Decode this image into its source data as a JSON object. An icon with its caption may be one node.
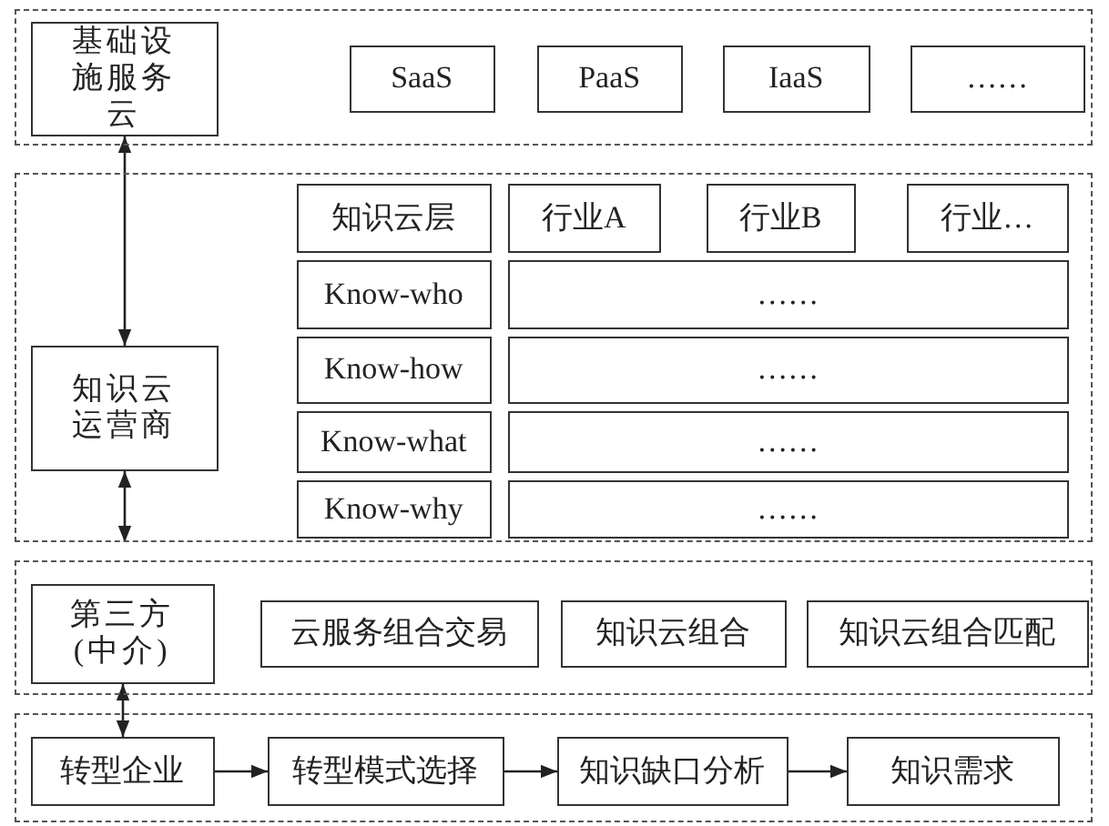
{
  "diagram": {
    "nodes": [
      {
        "text": [],
        "shape": "box"
      },
      {
        "text": [
          "基础设施服务云"
        ],
        "in": 0
      },
      {
        "text": [
          "SaaS"
        ],
        "in": 0
      },
      {
        "text": [
          "PaaS"
        ],
        "in": 0
      },
      {
        "text": [
          "IaaS"
        ],
        "in": 0
      },
      {
        "text": [
          "……"
        ],
        "in": 0
      },
      {
        "text": [],
        "shape": "box"
      },
      {
        "text": [
          "知识云运营商"
        ],
        "in": 6
      },
      {
        "text": [
          "知识云层"
        ],
        "in": 6
      },
      {
        "text": [
          "行业A"
        ],
        "in": 6
      },
      {
        "text": [
          "行业B"
        ],
        "in": 6
      },
      {
        "text": [
          "行业…"
        ],
        "in": 6
      },
      {
        "text": [
          "Know-who"
        ],
        "in": 6
      },
      {
        "text": [
          "……"
        ],
        "in": 6
      },
      {
        "text": [
          "Know-how"
        ],
        "in": 6
      },
      {
        "text": [
          "……"
        ],
        "in": 6
      },
      {
        "text": [
          "Know-what"
        ],
        "in": 6
      },
      {
        "text": [
          "……"
        ],
        "in": 6
      },
      {
        "text": [
          "Know-why"
        ],
        "in": 6
      },
      {
        "text": [
          "……"
        ],
        "in": 6
      },
      {
        "text": [],
        "shape": "box"
      },
      {
        "text": [
          "第三方 (中介)"
        ],
        "in": 20
      },
      {
        "text": [
          "云服务组合交易"
        ],
        "in": 20
      },
      {
        "text": [
          "知识云组合"
        ],
        "in": 20
      },
      {
        "text": [
          "知识云组合匹配"
        ],
        "in": 20
      },
      {
        "text": [],
        "shape": "box"
      },
      {
        "text": [
          "转型企业"
        ],
        "in": 25
      },
      {
        "text": [
          "转型模式选择"
        ],
        "in": 25
      },
      {
        "text": [
          "知识缺口分析"
        ],
        "in": 25
      },
      {
        "text": [
          "知识需求"
        ],
        "in": 25
      }
    ],
    "edges": [
      {
        "from": 1,
        "to": 7,
        "arrow": "both"
      },
      {
        "from": 7,
        "to": 6,
        "arrow": "both"
      },
      {
        "from": 21,
        "to": 26,
        "arrow": "both"
      },
      {
        "from": 26,
        "to": 27,
        "arrow": "to"
      },
      {
        "from": 27,
        "to": 28,
        "arrow": "to"
      },
      {
        "from": 28,
        "to": 29,
        "arrow": "to"
      }
    ]
  }
}
